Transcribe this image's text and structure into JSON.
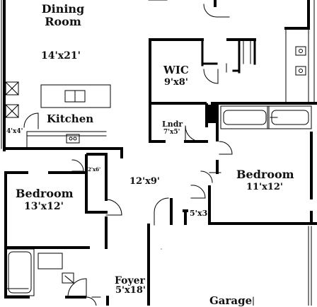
{
  "rooms": {
    "dining": {
      "name": "Dining\nRoom",
      "size": "14'x21'"
    },
    "kitchen": {
      "name": "Kitchen"
    },
    "pantry": {
      "size": "4'x4'"
    },
    "wic": {
      "name": "WIC",
      "size": "9'x8'"
    },
    "laundry": {
      "name": "Lndr",
      "size": "7'x5'"
    },
    "bedroom_left": {
      "name": "Bedroom",
      "size": "13'x12'"
    },
    "closet_small": {
      "size": "2'x6'"
    },
    "hall": {
      "size": "12'x9'"
    },
    "bedroom_right": {
      "name": "Bedroom",
      "size": "11'x12'"
    },
    "closet_right": {
      "size": "5'x3'"
    },
    "foyer": {
      "name": "Foyer",
      "size": "5'x18'"
    },
    "garage": {
      "name": "Garage"
    }
  }
}
